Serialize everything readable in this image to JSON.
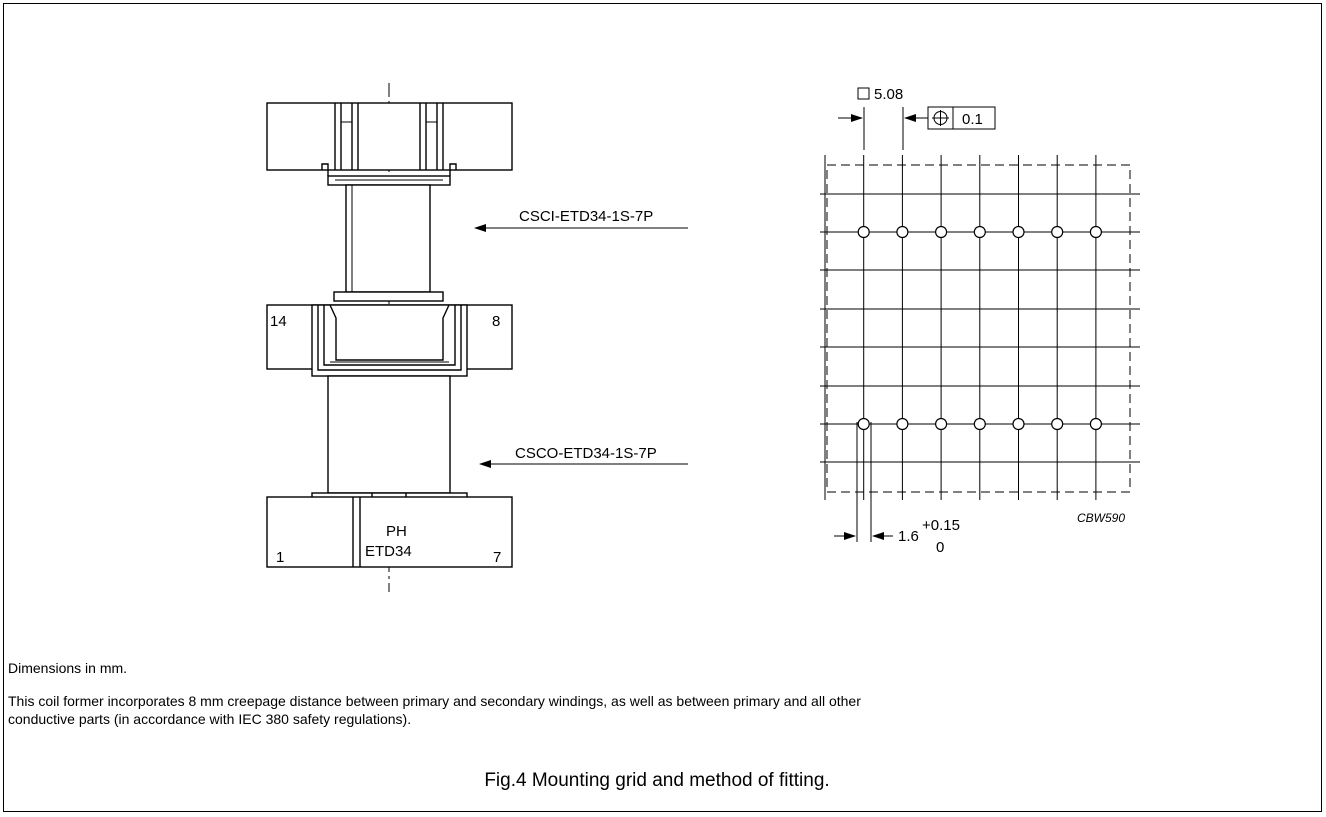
{
  "left_drawing": {
    "upper_part_label": "CSCI-ETD34-1S-7P",
    "lower_part_label": "CSCO-ETD34-1S-7P",
    "pin_labels": {
      "upper_left": "14",
      "upper_right": "8",
      "lower_left": "1",
      "lower_right": "7"
    },
    "marking_line1": "PH",
    "marking_line2": "ETD34"
  },
  "right_drawing": {
    "grid_pitch": "5.08",
    "position_tolerance": "0.1",
    "hole_diameter": "1.6",
    "hole_tol_upper": "+0.15",
    "hole_tol_lower": "0",
    "drawing_code": "CBW590",
    "holes_per_row": 7
  },
  "notes": {
    "dimensions": "Dimensions in mm.",
    "creepage": "This coil former incorporates 8 mm creepage distance between primary and secondary windings, as well as between primary and all other conductive parts (in accordance with IEC 380 safety regulations)."
  },
  "caption": "Fig.4  Mounting grid and method of fitting."
}
